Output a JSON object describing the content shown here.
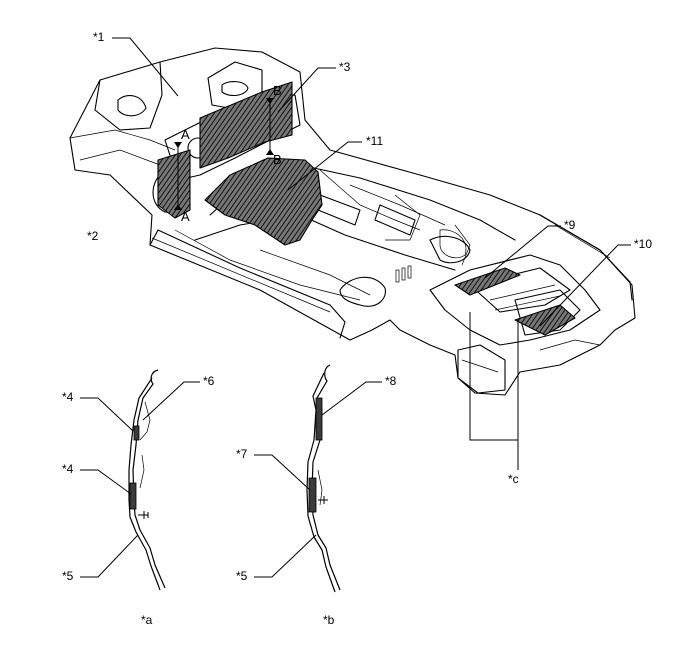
{
  "callouts": {
    "c1": "*1",
    "c2": "*2",
    "c3": "*3",
    "c4a": "*4",
    "c4b": "*4",
    "c5a": "*5",
    "c5b": "*5",
    "c6": "*6",
    "c7": "*7",
    "c8": "*8",
    "c9": "*9",
    "c10": "*10",
    "c11": "*11",
    "ca": "*a",
    "cb": "*b",
    "cc": "*c"
  },
  "section_marks": {
    "a_top": "A",
    "a_bottom": "A",
    "b_top": "B",
    "b_bottom": "B"
  },
  "colors": {
    "line": "#000000",
    "background": "#ffffff",
    "insulation_fill": "#3b3b3b"
  }
}
